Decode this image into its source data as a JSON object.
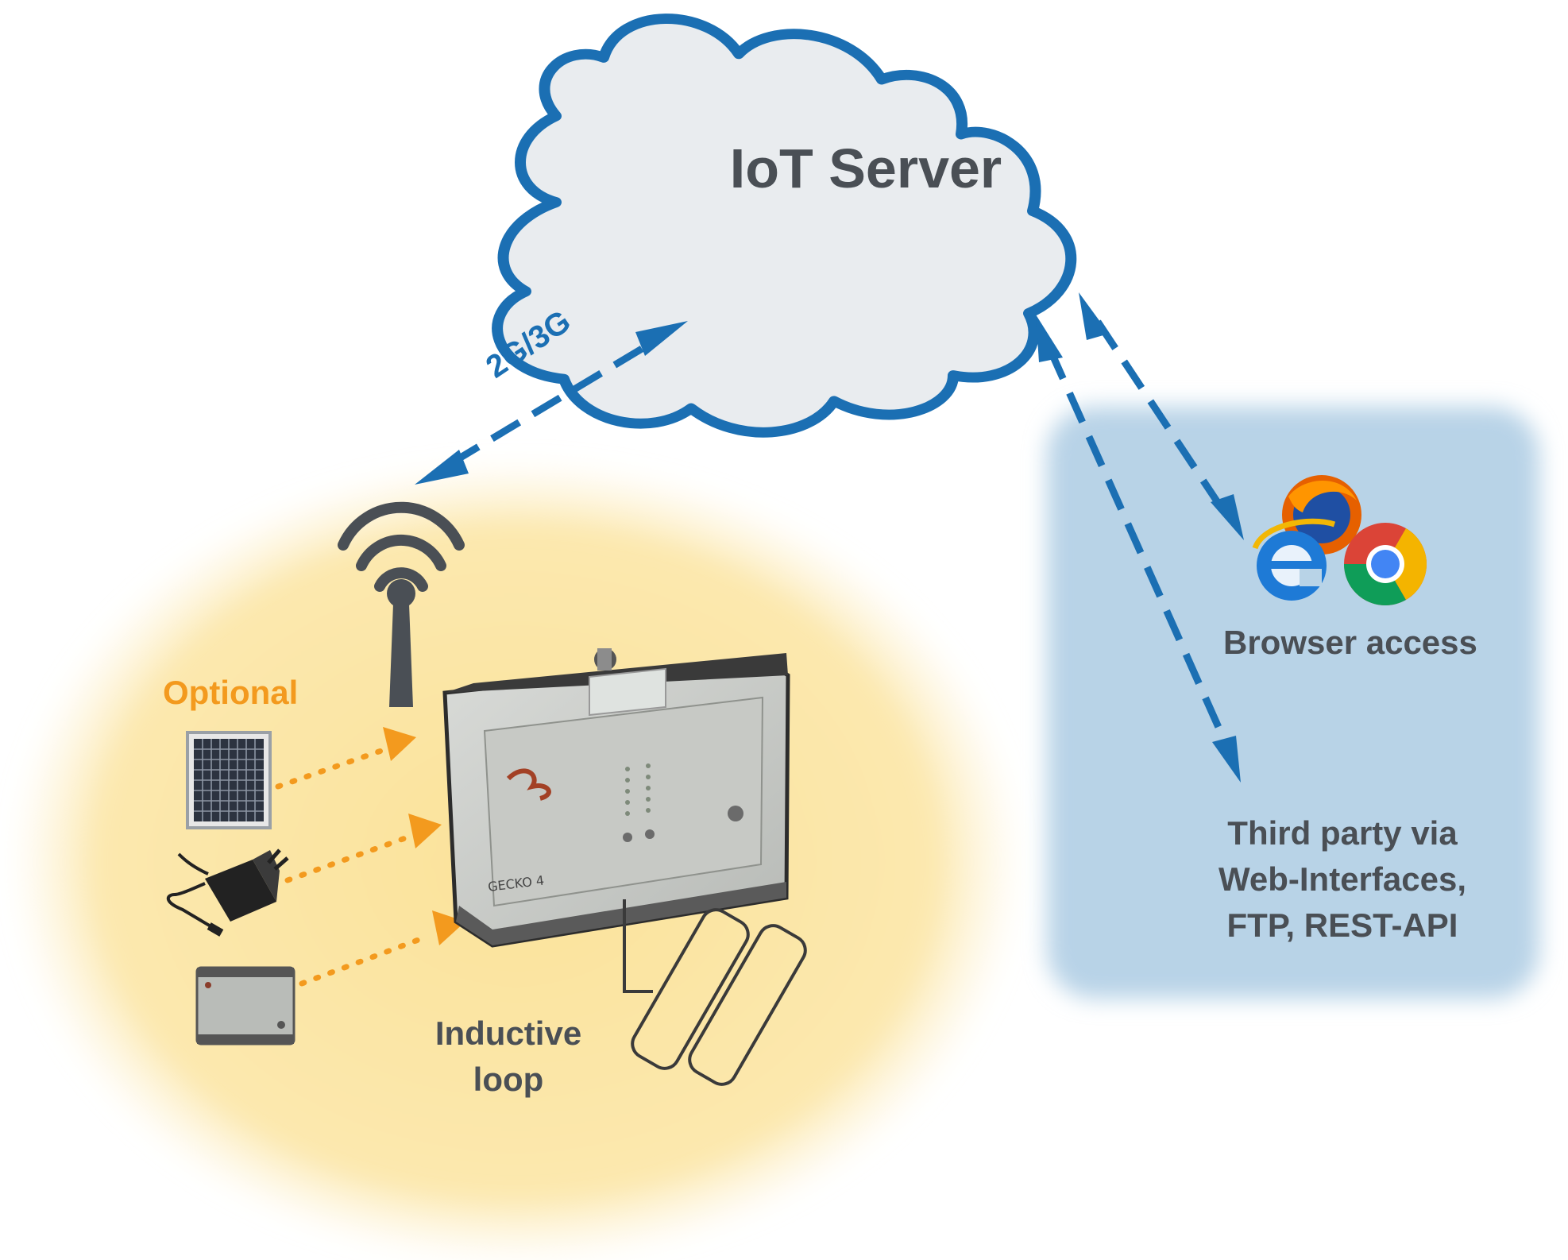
{
  "cloud": {
    "title": "IoT Server"
  },
  "network": {
    "label": "2G/3G"
  },
  "optional": {
    "label": "Optional"
  },
  "inductive_loop": {
    "lines": [
      "Inductive",
      "loop"
    ]
  },
  "browser": {
    "label": "Browser access",
    "icons": [
      "firefox-icon",
      "internet-explorer-icon",
      "chrome-icon"
    ]
  },
  "third_party": {
    "lines": [
      "Third party via",
      "Web-Interfaces,",
      "FTP, REST-API"
    ]
  },
  "device": {
    "brand_text": "GECKO 4"
  },
  "colors": {
    "cloud_fill": "#e9ecef",
    "cloud_stroke": "#1b6fb3",
    "arrow_blue": "#1b6fb3",
    "arrow_orange": "#f39a1e",
    "local_zone": "#fbe6a6",
    "remote_zone": "#b8d3e7",
    "text_gray": "#4a4f55"
  }
}
